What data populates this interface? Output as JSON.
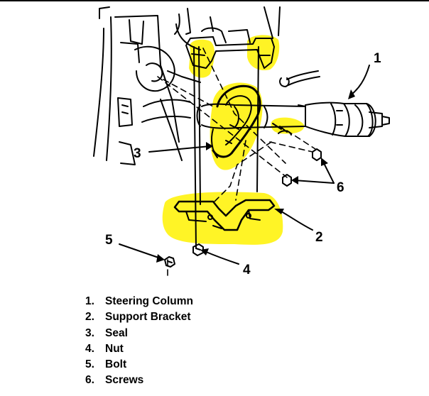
{
  "diagram": {
    "highlight_color": "#fff200",
    "line_color": "#000000",
    "callouts": [
      "1",
      "2",
      "3",
      "4",
      "5",
      "6"
    ]
  },
  "legend": [
    {
      "num": "1.",
      "label": "Steering Column"
    },
    {
      "num": "2.",
      "label": "Support Bracket"
    },
    {
      "num": "3.",
      "label": "Seal"
    },
    {
      "num": "4.",
      "label": "Nut"
    },
    {
      "num": "5.",
      "label": "Bolt"
    },
    {
      "num": "6.",
      "label": "Screws"
    }
  ]
}
